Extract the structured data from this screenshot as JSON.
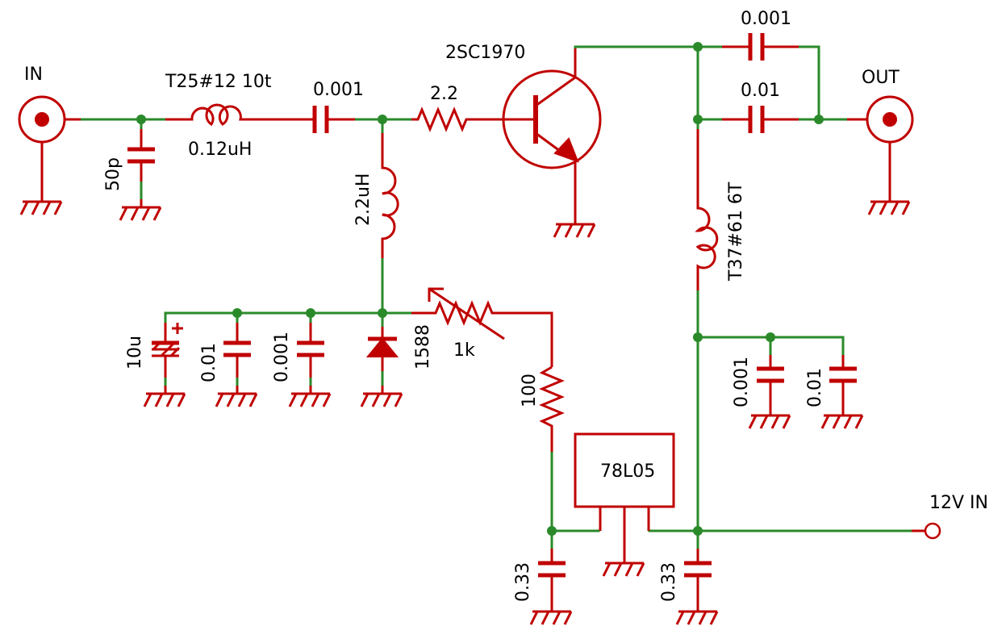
{
  "ports": {
    "in": "IN",
    "out": "OUT",
    "supply": "12V IN"
  },
  "components": {
    "c_in_shunt": "50p",
    "l_input": "T25#12 10t",
    "l_input_value": "0.12uH",
    "c_input_coupling": "0.001",
    "transistor": "2SC1970",
    "r_base": "2.2",
    "l_bias_choke": "2.2uH",
    "c_bias_elec": "10u",
    "c_bias_1": "0.01",
    "c_bias_2": "0.001",
    "diode": "1588",
    "vr_bias": "1k",
    "r_bias": "100",
    "regulator": "78L05",
    "c_reg_in": "0.33",
    "c_reg_out": "0.33",
    "c_out_1": "0.001",
    "c_out_2": "0.01",
    "l_collector_choke": "T37#61  6T",
    "c_supply_1": "0.001",
    "c_supply_2": "0.01"
  },
  "colors": {
    "wire": "#2a8a2a",
    "part": "#c00000",
    "junction": "#2a8a2a",
    "text": "#000000",
    "background": "#ffffff"
  }
}
